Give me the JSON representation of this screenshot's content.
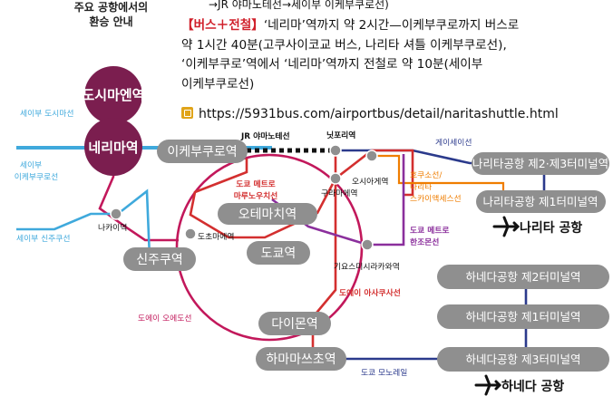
{
  "top_fragment": "→JR 야마노테선→세이부 이케부쿠로선)",
  "heading": {
    "line1": "주요 공항에서의",
    "line2": "환승 안내"
  },
  "info": {
    "bus_rail_label": "【버스＋전철】",
    "line1_rest": "‘네리마’역까지 약 2시간—이케부쿠로까지 버스로",
    "line2": "약 1시간 40분(고쿠사이코교 버스, 나리타 셔틀 이케부쿠로선),",
    "line3": "‘이케부쿠로’역에서 ‘네리마’역까지 전철로 약 10분(세이부",
    "line4": "이케부쿠로선)",
    "url": "https://5931bus.com/airportbus/detail/naritashuttle.html"
  },
  "stations": {
    "toshimaen": "도시마엔역",
    "nerima": "네리마역",
    "ikebukuro": "이케부쿠로역",
    "otemachi": "오테마치역",
    "tokyo": "도쿄역",
    "shinjuku": "신주쿠역",
    "daimon": "다이몬역",
    "hamamatsucho": "하마마쓰초역",
    "narita_t23": "나리타공항 제2·제3터미널역",
    "narita_t1": "나리타공항 제1터미널역",
    "haneda_t2": "하네다공항 제2터미널역",
    "haneda_t1": "하네다공항 제1터미널역",
    "haneda_t3": "하네다공항 제3터미널역"
  },
  "small_stations": {
    "nippori": "닛포리역",
    "kuramae": "구라마에역",
    "oshiage": "오시아게역",
    "kiyosumi": "기요스미시라카와역",
    "nakai": "나카이역",
    "tochomae": "도초마에역"
  },
  "lines": {
    "seibu_toshima": "세이부 도시마선",
    "seibu_ikebukuro": [
      "세이부",
      "이케부쿠로선"
    ],
    "seibu_shinjuku": "세이부 신주쿠선",
    "jr_yamanote": "JR 야마노테선",
    "keisei": "게이세이선",
    "marunouchi": [
      "도쿄 메트로",
      "마루노우치선"
    ],
    "hokuso": [
      "호쿠소선/",
      "나리타",
      "스카이액세스선"
    ],
    "hanzomon": [
      "도쿄 메트로",
      "한조몬선"
    ],
    "asakusa": "도에이 아사쿠사선",
    "oedo": "도에이 오에도선",
    "monorail": "도쿄 모노레일"
  },
  "airports": {
    "narita": "나리타 공항",
    "haneda": "하네다 공항"
  },
  "colors": {
    "seibu": "#3fa9dc",
    "station_purple": "#7b1e4f",
    "oedo": "#c2185b",
    "marunouchi": "#d32f2f",
    "keisei": "#2b3a8c",
    "hanzomon": "#8b2f9c",
    "hokuso": "#ef7d00",
    "yamanote_dots": "#111111",
    "station_gray": "#8f8f8f",
    "bracket_red": "#d0202b"
  }
}
